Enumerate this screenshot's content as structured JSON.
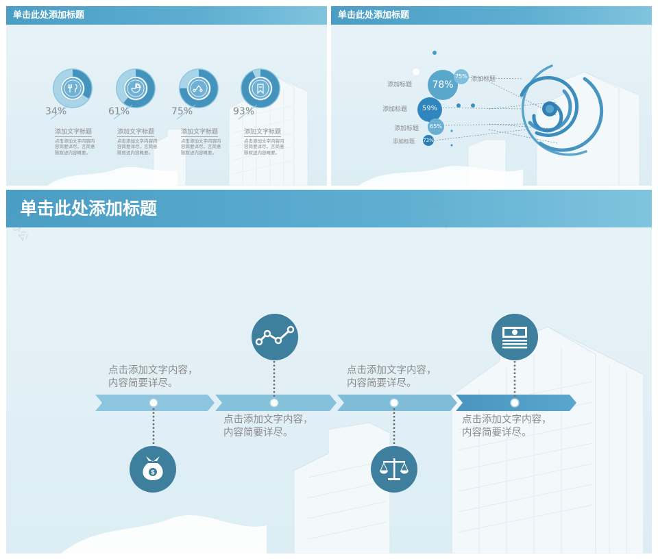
{
  "watermark": "风云办公",
  "slide1": {
    "title": "单击此处添加标题",
    "items": [
      {
        "percent": "34%",
        "value": 34,
        "subtitle": "添加文字标题",
        "description": "点击添加文字内容内容简要详尽，言简意赅叙述内容概要。",
        "icon": "utensils-icon"
      },
      {
        "percent": "61%",
        "value": 61,
        "subtitle": "添加文字标题",
        "description": "点击添加文字内容内容简要详尽，言简意赅叙述内容概要。",
        "icon": "pie-icon"
      },
      {
        "percent": "75%",
        "value": 75,
        "subtitle": "添加文字标题",
        "description": "点击添加文字内容内容简要详尽，言简意赅叙述内容概要。",
        "icon": "share-icon"
      },
      {
        "percent": "93%",
        "value": 93,
        "subtitle": "添加文字标题",
        "description": "点击添加文字内容内容简要详尽，言简意赅叙述内容概要。",
        "icon": "bookmark-icon"
      }
    ]
  },
  "slide2": {
    "title": "单击此处添加标题",
    "bubbles": [
      {
        "label": "添加标题",
        "percent": "78%",
        "value": 78
      },
      {
        "label": "添加标题",
        "percent": "75%",
        "value": 75
      },
      {
        "label": "添加标题",
        "percent": "59%",
        "value": 59
      },
      {
        "label": "添加标题",
        "percent": "65%",
        "value": 65
      },
      {
        "label": "添加标题",
        "percent": "73%",
        "value": 73
      }
    ]
  },
  "slide3": {
    "title": "单击此处添加标题",
    "steps": [
      {
        "text_line1": "点击添加文字内容，",
        "text_line2": "内容简要详尽。",
        "icon": "money-bag-icon"
      },
      {
        "text_line1": "点击添加文字内容，",
        "text_line2": "内容简要详尽。",
        "icon": "line-chart-icon"
      },
      {
        "text_line1": "点击添加文字内容，",
        "text_line2": "内容简要详尽。",
        "icon": "scales-icon"
      },
      {
        "text_line1": "点击添加文字内容，",
        "text_line2": "内容简要详尽。",
        "icon": "cash-stack-icon"
      }
    ]
  },
  "colors": {
    "title_bar": "#4a9dc4",
    "ring_dark": "#4393bd",
    "ring_light": "#8cc3dd",
    "icon_circle": "#3d7f9c",
    "arrow": "#8cc5dd",
    "arrow_dark": "#4d9ac3",
    "text": "#8a8a8a"
  }
}
